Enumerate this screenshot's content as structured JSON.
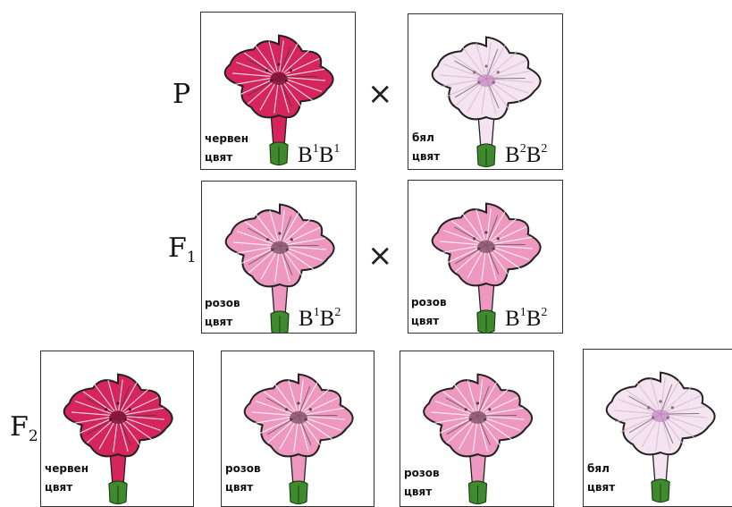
{
  "generations": {
    "p": {
      "letter": "P",
      "sub": ""
    },
    "f1": {
      "letter": "F",
      "sub": "1"
    },
    "f2": {
      "letter": "F",
      "sub": "2"
    }
  },
  "cross_symbol": "×",
  "colors": {
    "red": "#D6245C",
    "pink": "#EE98BF",
    "white": "#F4E4F0",
    "stem": "#3F8A2E"
  },
  "cards": [
    {
      "id": "p-red",
      "color": "red",
      "phenotype_line1": "червен",
      "phenotype_line2": "цвят",
      "allele1": "B",
      "sup1": "1",
      "allele2": "B",
      "sup2": "1"
    },
    {
      "id": "p-white",
      "color": "white",
      "phenotype_line1": "бял",
      "phenotype_line2": "цвят",
      "allele1": "B",
      "sup1": "2",
      "allele2": "B",
      "sup2": "2"
    },
    {
      "id": "f1-pink-a",
      "color": "pink",
      "phenotype_line1": "розов",
      "phenotype_line2": "цвят",
      "allele1": "B",
      "sup1": "1",
      "allele2": "B",
      "sup2": "2"
    },
    {
      "id": "f1-pink-b",
      "color": "pink",
      "phenotype_line1": "розов",
      "phenotype_line2": "цвят",
      "allele1": "B",
      "sup1": "1",
      "allele2": "B",
      "sup2": "2"
    },
    {
      "id": "f2-red",
      "color": "red",
      "phenotype_line1": "червен",
      "phenotype_line2": "цвят"
    },
    {
      "id": "f2-pink-a",
      "color": "pink",
      "phenotype_line1": "розов",
      "phenotype_line2": "цвят"
    },
    {
      "id": "f2-pink-b",
      "color": "pink",
      "phenotype_line1": "розов",
      "phenotype_line2": "цвят"
    },
    {
      "id": "f2-white",
      "color": "white",
      "phenotype_line1": "бял",
      "phenotype_line2": "цвят"
    }
  ]
}
